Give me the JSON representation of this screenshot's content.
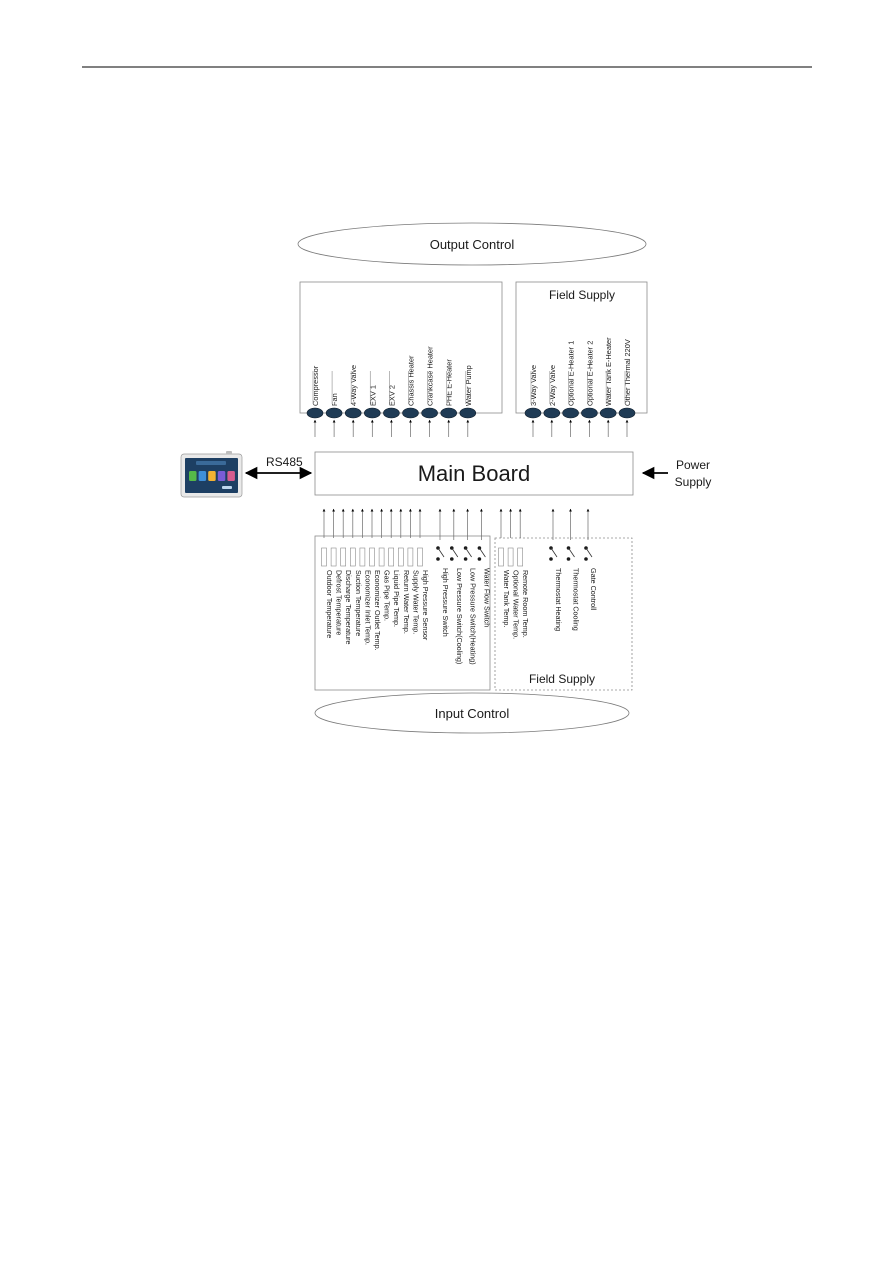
{
  "page_header_rule": true,
  "output_control": {
    "title": "Output Control"
  },
  "outputs": [
    "Compressor",
    "Fan",
    "4-Way Valve",
    "EXV 1",
    "EXV 2",
    "Chassis Heater",
    "Crankcase Heater",
    "PHE E-Heater",
    "Water Pump"
  ],
  "field_supply_outputs": {
    "title": "Field Supply",
    "items": [
      "3-Way Valve",
      "2-Way Valve",
      "Optional E-Heater 1",
      "Optional E-Heater 2",
      "Water Tank E-Heater",
      "Other Thermal 220V"
    ]
  },
  "main_board": {
    "label": "Main Board"
  },
  "controller_link": {
    "label": "RS485"
  },
  "power": {
    "line1": "Power",
    "line2": "Supply"
  },
  "inputs": {
    "sensors": [
      "Outdoor Temperature",
      "Defrost Temperature",
      "Discharge Temperature",
      "Suction Temperature",
      "Economizer Inlet Temp.",
      "Economizer Outlet Temp.",
      "Gas Pipe Temp.",
      "Liquid Pipe Temp.",
      "Return Water Temp.",
      "Supply Water Temp.",
      "High Pressure Sensor"
    ],
    "switches": [
      "High Pressure Switch",
      "Low Pressure Switch(Cooling)",
      "Low Pressure Switch(Heating)",
      "Water Flow Switch"
    ]
  },
  "field_supply_inputs": {
    "title": "Field Supply",
    "sensors": [
      "Water Tank Temp.",
      "Optional Water Temp.",
      "Remote Room Temp."
    ],
    "switches": [
      "Thermostat Heating",
      "Thermostat Cooling",
      "Gate Controll"
    ]
  },
  "input_control": {
    "title": "Input Control"
  },
  "colors": {
    "node_fill": "#1f3b55",
    "line": "#8c8c8c",
    "controller_bezel": "#e9e9e9",
    "controller_screen": "#1d3f63"
  },
  "controller_tiles": [
    "#55b848",
    "#3e8fd8",
    "#f2b233",
    "#7a5cd6",
    "#d65c8f"
  ],
  "icons": {
    "controller": "touch-controller-icon"
  }
}
